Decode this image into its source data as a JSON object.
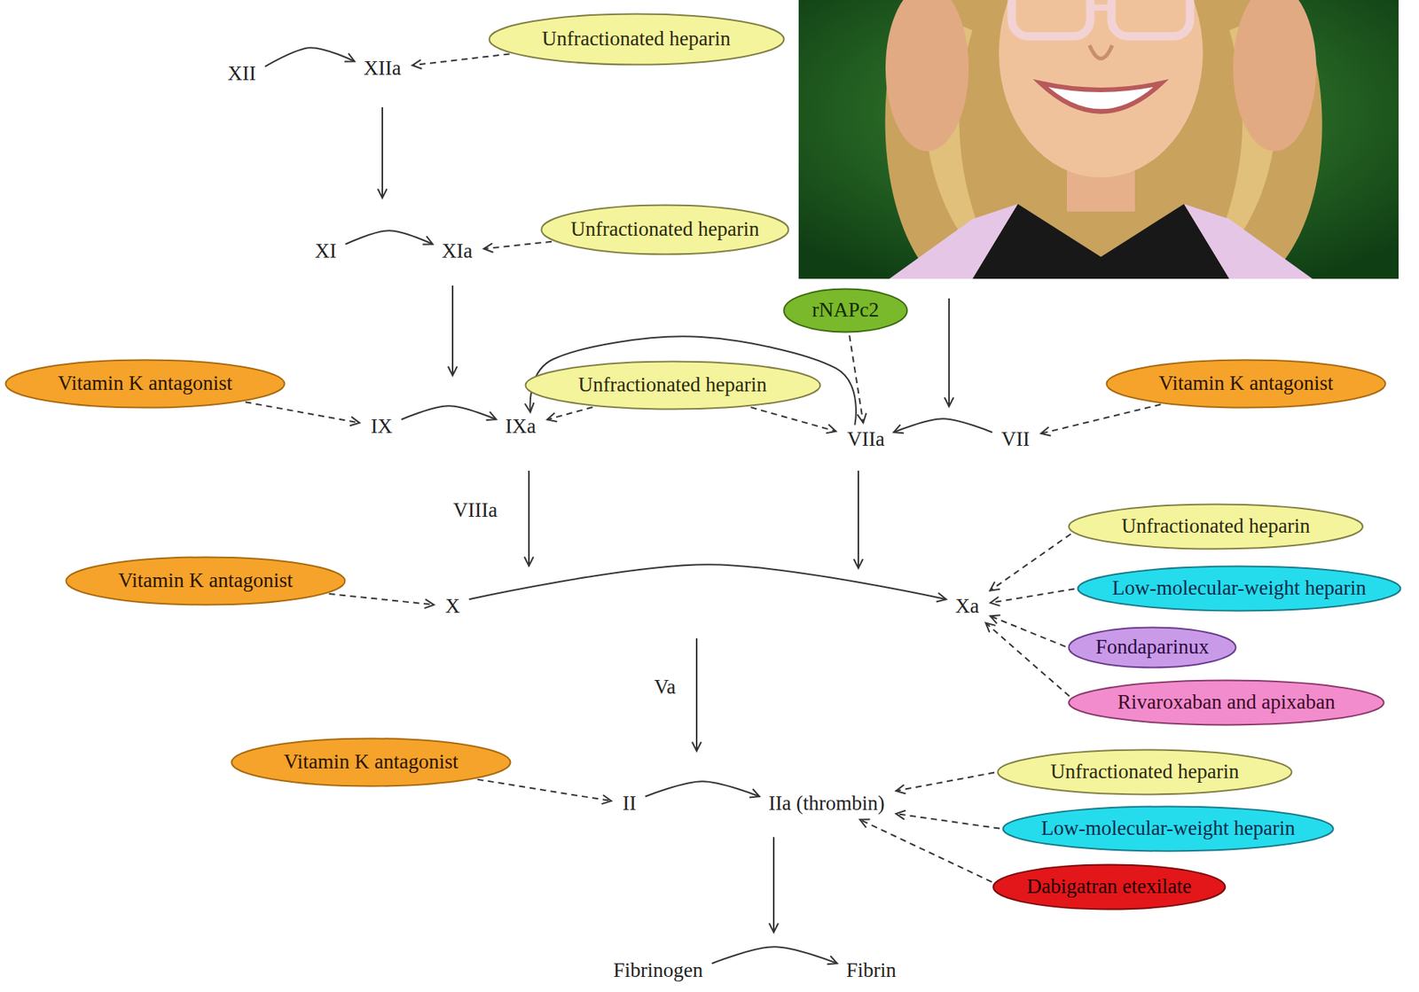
{
  "diagram": {
    "nodes": [
      {
        "text": [
          "Unfractionated heparin"
        ]
      },
      {
        "text": [
          "XII"
        ]
      },
      {
        "text": [
          "XIIa"
        ]
      },
      {
        "text": [
          "Unfractionated heparin"
        ]
      },
      {
        "text": [
          "XI"
        ]
      },
      {
        "text": [
          "XIa"
        ]
      },
      {
        "text": [
          "rNAPc2"
        ]
      },
      {
        "text": [
          "Vitamin K antagonist"
        ]
      },
      {
        "text": [
          "Unfractionated heparin"
        ]
      },
      {
        "text": [
          "Vitamin K antagonist"
        ]
      },
      {
        "text": [
          "IX"
        ]
      },
      {
        "text": [
          "IXa"
        ]
      },
      {
        "text": [
          "VIIa"
        ]
      },
      {
        "text": [
          "VII"
        ]
      },
      {
        "text": [
          "Unfractionated heparin"
        ]
      },
      {
        "text": [
          "Vitamin K antagonist"
        ]
      },
      {
        "text": [
          "Low-molecular-weight heparin"
        ]
      },
      {
        "text": [
          "X"
        ]
      },
      {
        "text": [
          "Xa"
        ]
      },
      {
        "text": [
          "Fondaparinux"
        ]
      },
      {
        "text": [
          "Rivaroxaban and apixaban"
        ]
      },
      {
        "text": [
          "Vitamin K antagonist"
        ]
      },
      {
        "text": [
          "Unfractionated heparin"
        ]
      },
      {
        "text": [
          "II"
        ]
      },
      {
        "text": [
          "IIa (thrombin)"
        ]
      },
      {
        "text": [
          "Low-molecular-weight heparin"
        ]
      },
      {
        "text": [
          "Dabigatran etexilate"
        ]
      },
      {
        "text": [
          "Fibrinogen"
        ]
      },
      {
        "text": [
          "Fibrin"
        ]
      }
    ],
    "edges": [
      {
        "from": 1,
        "to": 2,
        "arrow": "to"
      },
      {
        "from": 0,
        "to": 2,
        "arrow": "to"
      },
      {
        "from": 4,
        "to": 5,
        "arrow": "to"
      },
      {
        "from": 3,
        "to": 5,
        "arrow": "to"
      },
      {
        "from": 6,
        "to": 12,
        "arrow": "to"
      },
      {
        "from": 7,
        "to": 10,
        "arrow": "to"
      },
      {
        "from": 8,
        "to": 11,
        "arrow": "to"
      },
      {
        "from": 8,
        "to": 12,
        "arrow": "to"
      },
      {
        "from": 9,
        "to": 13,
        "arrow": "to"
      },
      {
        "from": 10,
        "to": 11,
        "arrow": "to"
      },
      {
        "from": 13,
        "to": 12,
        "arrow": "to"
      },
      {
        "from": 12,
        "to": 11,
        "arrow": "to"
      },
      {
        "from": 15,
        "to": 17,
        "arrow": "to"
      },
      {
        "from": 17,
        "to": 18,
        "arrow": "to"
      },
      {
        "from": 14,
        "to": 18,
        "arrow": "to"
      },
      {
        "from": 16,
        "to": 18,
        "arrow": "to"
      },
      {
        "from": 19,
        "to": 18,
        "arrow": "to"
      },
      {
        "from": 20,
        "to": 18,
        "arrow": "to"
      },
      {
        "from": 21,
        "to": 23,
        "arrow": "to"
      },
      {
        "from": 23,
        "to": 24,
        "arrow": "to"
      },
      {
        "from": 22,
        "to": 24,
        "arrow": "to"
      },
      {
        "from": 25,
        "to": 24,
        "arrow": "to"
      },
      {
        "from": 26,
        "to": 24,
        "arrow": "to"
      },
      {
        "from": 27,
        "to": 28,
        "arrow": "to"
      }
    ],
    "labels": [
      "VIIIa",
      "Va"
    ]
  }
}
